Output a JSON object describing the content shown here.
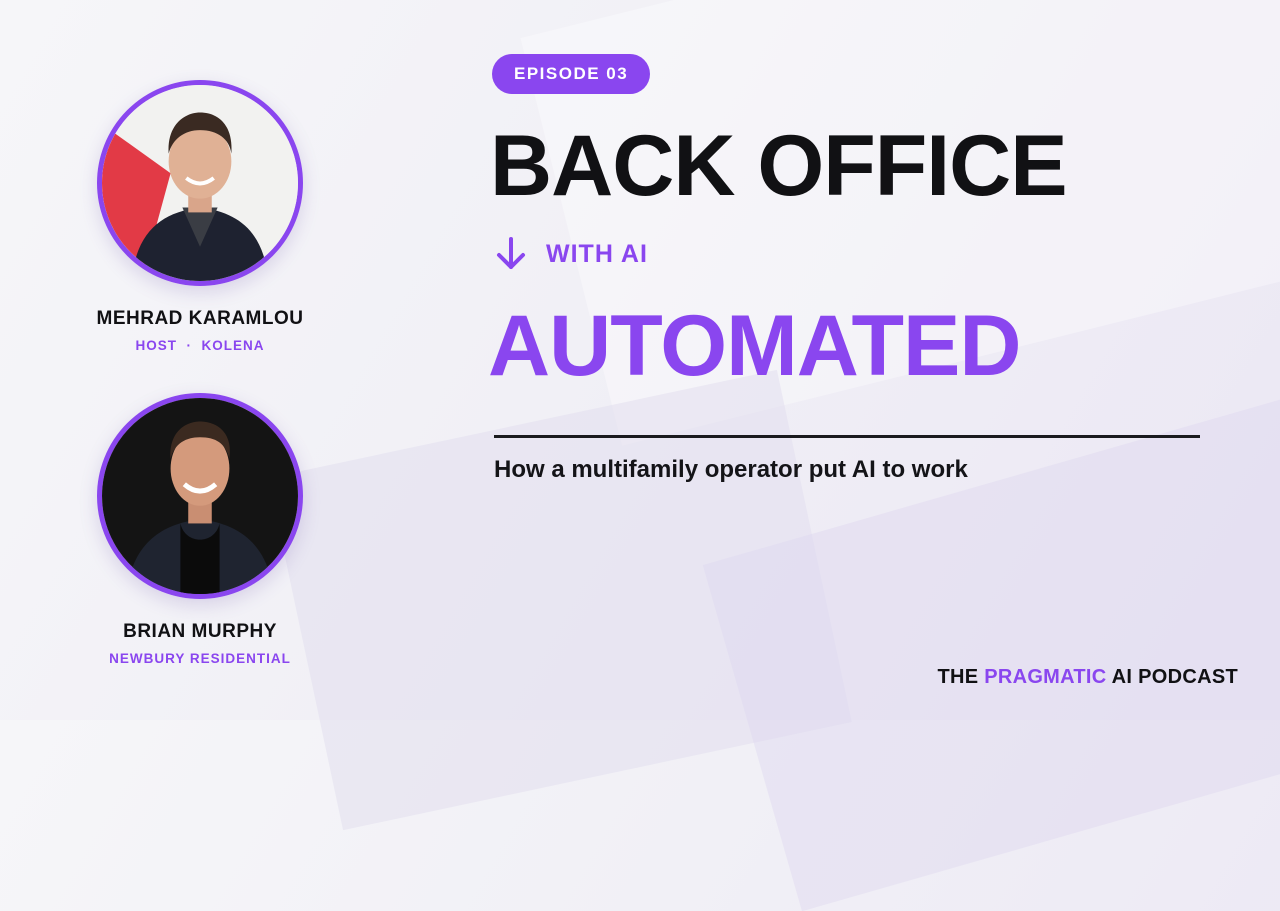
{
  "episode": {
    "label": "EPISODE 03"
  },
  "title": {
    "line1": "BACK OFFICE",
    "connector": "WITH AI",
    "line2": "AUTOMATED"
  },
  "subtitle": "How a multifamily operator put AI to work",
  "guests": [
    {
      "name": "MEHRAD KARAMLOU",
      "role_parts": [
        "HOST",
        "·",
        "KOLENA"
      ]
    },
    {
      "name": "BRIAN MURPHY",
      "role_parts": [
        "NEWBURY RESIDENTIAL"
      ]
    }
  ],
  "podcast": {
    "prefix": "THE ",
    "accent": "PRAGMATIC",
    "suffix": " AI PODCAST"
  },
  "colors": {
    "accent": "#8a46ef",
    "text": "#111114",
    "background": "#f3f2f7"
  },
  "icons": {
    "connector": "arrow-down-icon"
  }
}
